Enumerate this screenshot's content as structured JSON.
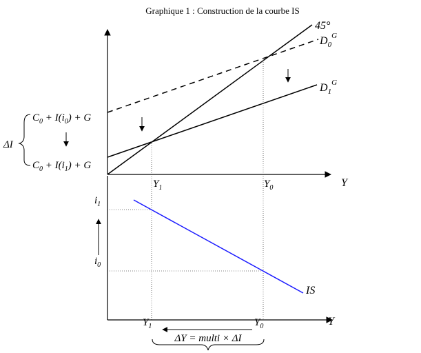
{
  "title": "Graphique 1 : Construction de la courbe IS",
  "upper": {
    "label_45": "45°",
    "d0": {
      "main": "D",
      "sub": "0",
      "sup": "G"
    },
    "d1": {
      "main": "D",
      "sub": "1",
      "sup": "G"
    },
    "x_axis": "Y",
    "y1": {
      "main": "Y",
      "sub": "1"
    },
    "y0": {
      "main": "Y",
      "sub": "0"
    },
    "intercept0": {
      "pre": "C",
      "pre_sub": "0",
      "mid": " + I(i",
      "mid_sub": "0",
      "post": ") + G"
    },
    "intercept1": {
      "pre": "C",
      "pre_sub": "0",
      "mid": " + I(i",
      "mid_sub": "1",
      "post": ") + G"
    },
    "delta_i": "ΔI"
  },
  "lower": {
    "i1": {
      "main": "i",
      "sub": "1"
    },
    "i0": {
      "main": "i",
      "sub": "0"
    },
    "is_label": "IS",
    "x_axis": "Y",
    "y1": {
      "main": "Y",
      "sub": "1"
    },
    "y0": {
      "main": "Y",
      "sub": "0"
    },
    "multiplier": "ΔY = multi × ΔI"
  },
  "colors": {
    "is_curve": "#1a1aff",
    "ink": "#000000"
  }
}
